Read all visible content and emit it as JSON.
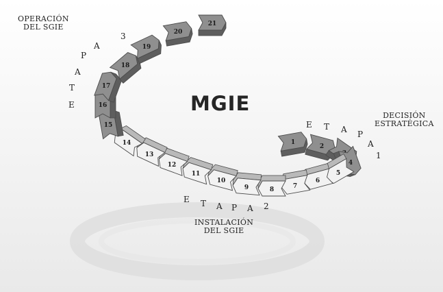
{
  "diagram": {
    "title": "MGIE",
    "stage_labels": {
      "decision": [
        "DECISIÓN",
        "ESTRATÉGICA"
      ],
      "installation": [
        "INSTALACIÓN",
        "DEL SGIE"
      ],
      "operation": [
        "OPERACIÓN",
        "DEL SGIE"
      ]
    },
    "stage_words": {
      "stage1": [
        "E",
        "T",
        "A",
        "P",
        "A",
        "1"
      ],
      "stage2": [
        "E",
        "T",
        "A",
        "P",
        "A",
        "2"
      ],
      "stage3": [
        "A",
        "P",
        "A",
        "T",
        "E",
        "3"
      ]
    },
    "steps": [
      {
        "n": "1",
        "tone": "dark"
      },
      {
        "n": "2",
        "tone": "dark"
      },
      {
        "n": "3",
        "tone": "dark"
      },
      {
        "n": "4",
        "tone": "dark"
      },
      {
        "n": "5",
        "tone": "light"
      },
      {
        "n": "6",
        "tone": "light"
      },
      {
        "n": "7",
        "tone": "light"
      },
      {
        "n": "8",
        "tone": "light"
      },
      {
        "n": "9",
        "tone": "light"
      },
      {
        "n": "10",
        "tone": "light"
      },
      {
        "n": "11",
        "tone": "light"
      },
      {
        "n": "12",
        "tone": "light"
      },
      {
        "n": "13",
        "tone": "light"
      },
      {
        "n": "14",
        "tone": "light"
      },
      {
        "n": "15",
        "tone": "dark"
      },
      {
        "n": "16",
        "tone": "dark"
      },
      {
        "n": "17",
        "tone": "dark"
      },
      {
        "n": "18",
        "tone": "dark"
      },
      {
        "n": "19",
        "tone": "dark"
      },
      {
        "n": "20",
        "tone": "dark"
      },
      {
        "n": "21",
        "tone": "dark"
      }
    ],
    "colors": {
      "dark_top": "#8f8f8f",
      "dark_side": "#5e5e5e",
      "light_top": "#f2f2f2",
      "light_side": "#b9b9b9",
      "outline": "#4a4a4a",
      "number": "#1a1a1a"
    }
  }
}
